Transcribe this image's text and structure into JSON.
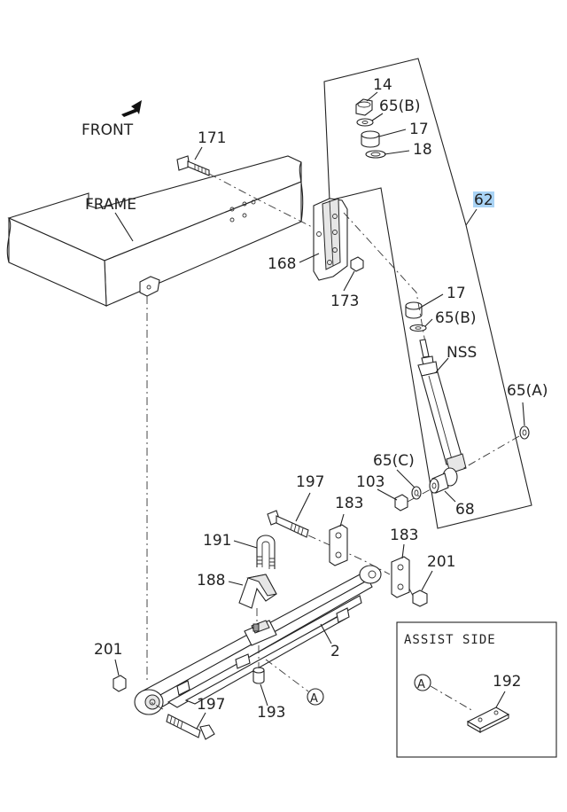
{
  "labels": {
    "front": "FRONT",
    "frame": "FRAME",
    "p14": "14",
    "p65b_top": "65(B)",
    "p17_top": "17",
    "p18": "18",
    "p171": "171",
    "p62": "62",
    "p168": "168",
    "p173": "173",
    "p17_mid": "17",
    "p65b_mid": "65(B)",
    "nss": "NSS",
    "p65a": "65(A)",
    "p65c": "65(C)",
    "p103": "103",
    "p68": "68",
    "p197_top": "197",
    "p183_left": "183",
    "p183_right": "183",
    "p191": "191",
    "p201_right": "201",
    "p188": "188",
    "p2": "2",
    "p201_left": "201",
    "p197_bottom": "197",
    "p193": "193",
    "circle_a_main": "A",
    "assist_side": "ASSIST SIDE",
    "circle_a_inset": "A",
    "p192": "192"
  },
  "colors": {
    "highlight": "#a9d3f5",
    "line": "#222222"
  }
}
